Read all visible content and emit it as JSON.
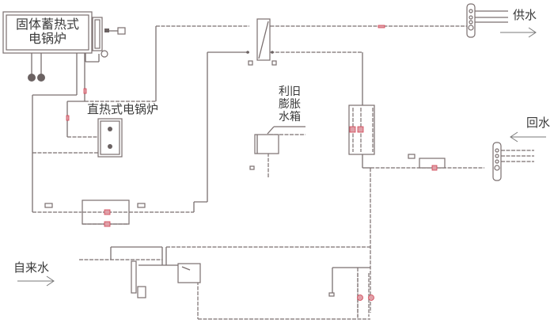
{
  "labels": {
    "solid_storage_boiler_line1": "固体蓄热式",
    "solid_storage_boiler_line2": "电锅炉",
    "direct_heat_boiler": "直热式电锅炉",
    "expansion_tank_line1": "利旧",
    "expansion_tank_line2": "膨胀",
    "expansion_tank_line3": "水箱",
    "supply_water": "供水",
    "return_water": "回水",
    "tap_water": "自来水"
  },
  "colors": {
    "pipe": "#7a6f6f",
    "pump_highlight": "#d04050",
    "text": "#3a3a3a"
  }
}
